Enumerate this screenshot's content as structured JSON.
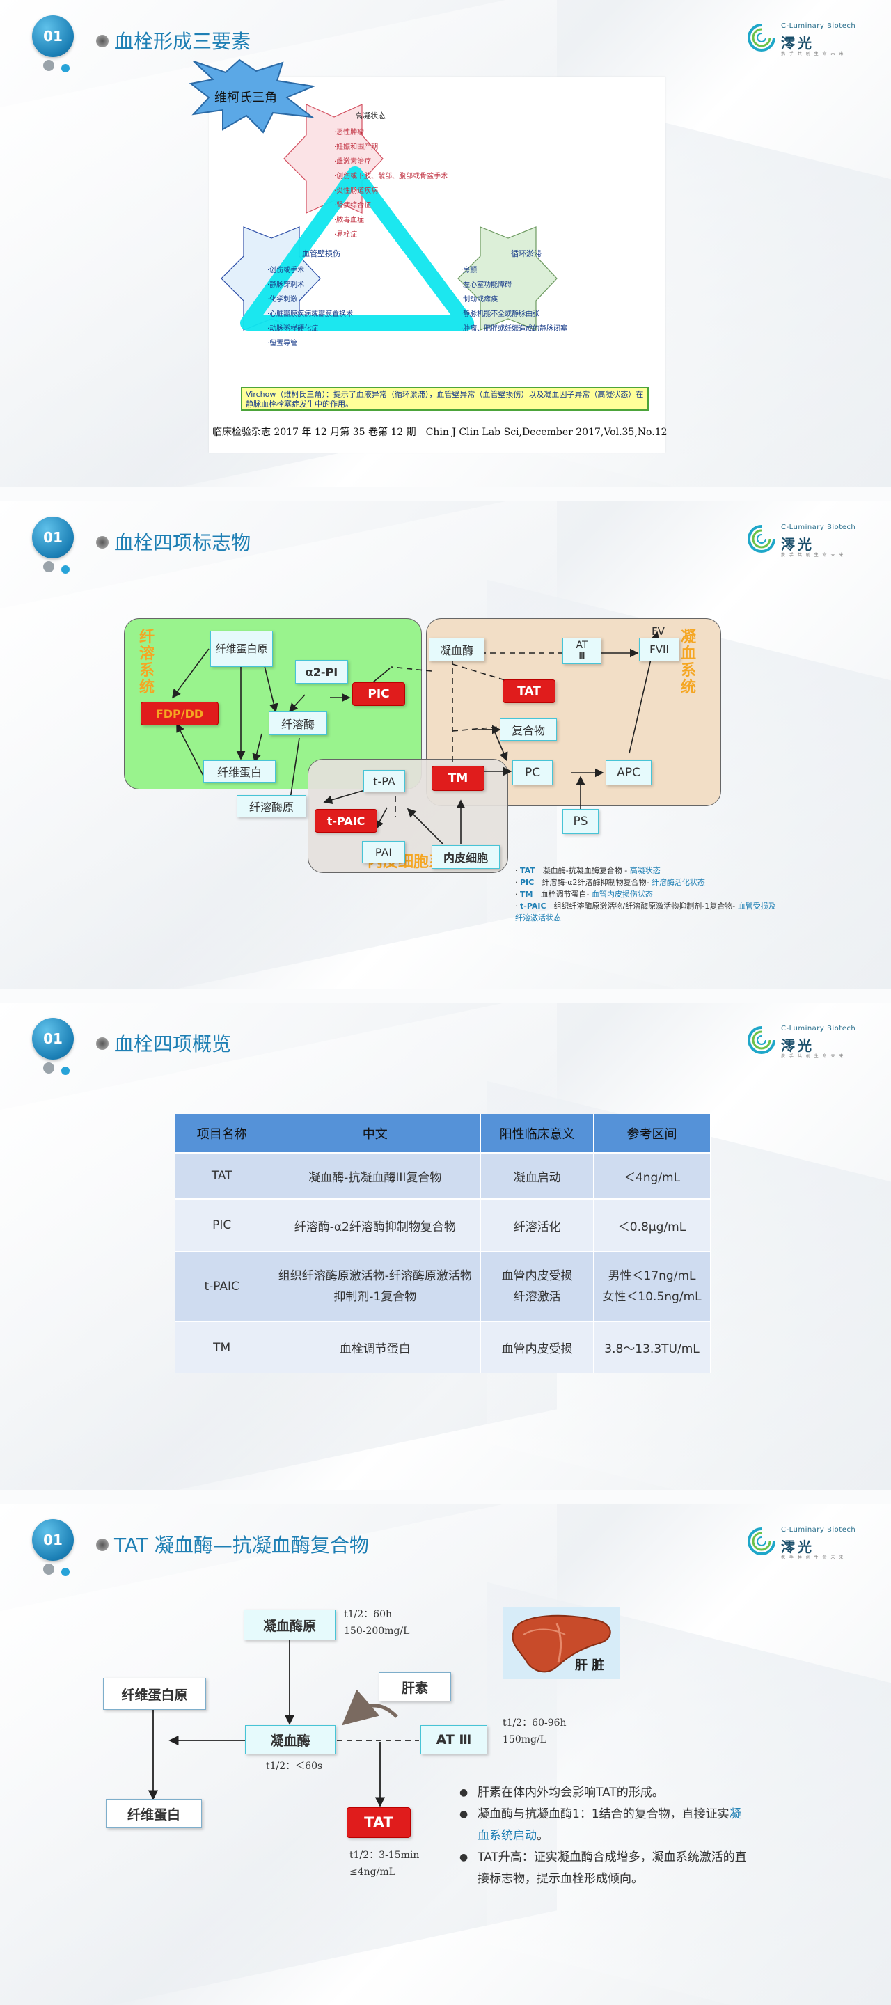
{
  "brand": {
    "en": "C-Luminary Biotech",
    "cn": "澪光",
    "sub": "携 手 共 创 生 命 未 来"
  },
  "slide1": {
    "badge": "01",
    "title": "血栓形成三要素",
    "star_label": "维柯氏三角",
    "hyper": {
      "title": "高凝状态",
      "items": [
        "·恶性肿瘤",
        "·妊娠和围产期",
        "·雌激素治疗",
        "·创伤或下肢、髋部、腹部或骨盆手术",
        "·炎性肠道疾病",
        "·肾病综合征",
        "·脓毒血症",
        "·易栓症"
      ]
    },
    "vessel": {
      "title": "血管壁损伤",
      "items": [
        "·创伤或手术",
        "·静脉穿刺术",
        "·化学刺激",
        "·心脏瓣膜疾病或瓣膜置换术",
        "·动脉粥样硬化症",
        "·留置导管"
      ]
    },
    "flow": {
      "title": "循环淤滞",
      "items": [
        "·房颤",
        "·左心室功能障碍",
        "·制动或瘫痪",
        "·静脉机能不全或静脉曲张",
        "·肿瘤、肥胖或妊娠造成的静脉闭塞"
      ]
    },
    "virchow_note": "Virchow（维柯氏三角）：提示了血液异常（循环淤滞），血管壁异常（血管壁损伤）以及凝血因子异常（高凝状态）在静脉血栓栓塞症发生中的作用。",
    "citation": "临床检验杂志 2017 年 12 月第 35 卷第 12 期　Chin J Clin Lab Sci,December 2017,Vol.35,No.12"
  },
  "slide2": {
    "badge": "01",
    "title": "血栓四项标志物",
    "fib_system": "纤溶系统",
    "coag_system": "凝血系统",
    "endo_system": "内皮细胞系统",
    "nodes": {
      "fibrinogen": "纤维蛋白原",
      "a2pi": "α2-PI",
      "pic": "PIC",
      "fdp": "FDP/DD",
      "plasmin": "纤溶酶",
      "fibrin": "纤维蛋白",
      "plasminogen": "纤溶酶原",
      "tpa": "t-PA",
      "tpaic": "t-PAIC",
      "pai": "PAI",
      "endo": "内皮细胞",
      "thrombin": "凝血酶",
      "at3": "AT\nⅢ",
      "fv": "FV",
      "fvii": "FVII",
      "tat": "TAT",
      "complex": "复合物",
      "tm": "TM",
      "pc": "PC",
      "apc": "APC",
      "ps": "PS"
    },
    "legend": [
      {
        "code": "TAT",
        "desc": "凝血酶-抗凝血酶复合物 -",
        "state": "高凝状态"
      },
      {
        "code": "PIC",
        "desc": "纤溶酶-α2纤溶酶抑制物复合物-",
        "state": "纤溶酶活化状态"
      },
      {
        "code": "TM",
        "desc": "血栓调节蛋白-",
        "state": "血管内皮损伤状态"
      },
      {
        "code": "t-PAIC",
        "desc": "组织纤溶酶原激活物/纤溶酶原激活物抑制剂-1复合物-",
        "state": "血管受损及纤溶激活状态"
      }
    ]
  },
  "slide3": {
    "badge": "01",
    "title": "血栓四项概览",
    "headers": [
      "项目名称",
      "中文",
      "阳性临床意义",
      "参考区间"
    ],
    "rows": [
      [
        "TAT",
        "凝血酶-抗凝血酶III复合物",
        "凝血启动",
        "＜4ng/mL"
      ],
      [
        "PIC",
        "纤溶酶-α2纤溶酶抑制物复合物",
        "纤溶活化",
        "＜0.8μg/mL"
      ],
      [
        "t-PAIC",
        "组织纤溶酶原激活物-纤溶酶原激活物抑制剂-1复合物",
        "血管内皮受损\n纤溶激活",
        "男性＜17ng/mL\n女性＜10.5ng/mL"
      ],
      [
        "TM",
        "血栓调节蛋白",
        "血管内皮受损",
        "3.8～13.3TU/mL"
      ]
    ]
  },
  "slide4": {
    "badge": "01",
    "title": "TAT 凝血酶—抗凝血酶复合物",
    "prothrombin": "凝血酶原",
    "prothrombin_half": "t1/2：60h",
    "prothrombin_conc": "150-200mg/L",
    "fibrinogen": "纤维蛋白原",
    "heparin": "肝素",
    "thrombin": "凝血酶",
    "thrombin_half": "t1/2：＜60s",
    "at3": "AT Ⅲ",
    "at3_half": "t1/2：60-96h",
    "at3_conc": "150mg/L",
    "fibrin": "纤维蛋白",
    "tat": "TAT",
    "tat_half": "t1/2：3-15min",
    "tat_conc": "≤4ng/mL",
    "liver": "肝 脏",
    "bullets": {
      "b1": "肝素在体内外均会影响TAT的形成。",
      "b2a": "凝血酶与抗凝血酶1：1结合的复合物，直接证实",
      "b2b": "凝血系统启动",
      "b2c": "。",
      "b3": "TAT升高：证实凝血酶合成增多，凝血系统激活的直接标志物，提示血栓形成倾向。"
    }
  },
  "colors": {
    "accent": "#1e7fb4",
    "red": "#e01c1c",
    "fib_green": "#99f38d",
    "coag_tan": "#f2dec6",
    "endo_gray": "#e5e1dc"
  }
}
